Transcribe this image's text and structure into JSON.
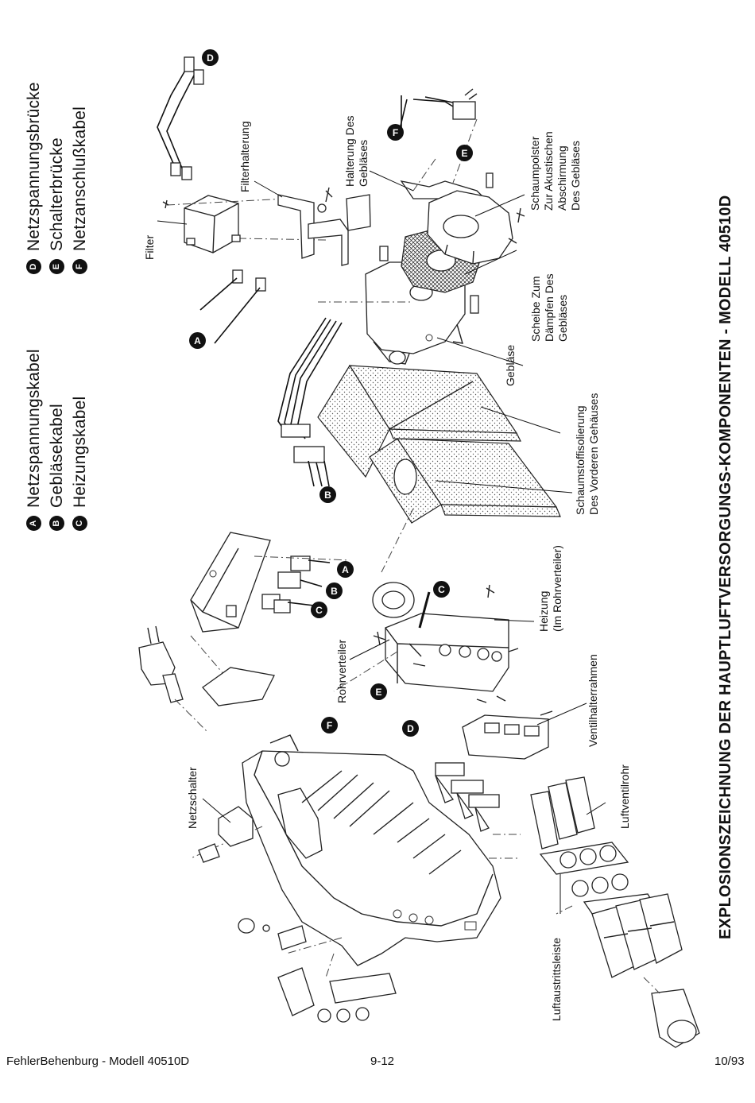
{
  "legend_left": [
    {
      "letter": "A",
      "label": "Netzspannungskabel"
    },
    {
      "letter": "B",
      "label": "Gebläsekabel"
    },
    {
      "letter": "C",
      "label": "Heizungskabel"
    }
  ],
  "legend_right": [
    {
      "letter": "D",
      "label": "Netzspannungsbrücke"
    },
    {
      "letter": "E",
      "label": "Schalterbrücke"
    },
    {
      "letter": "F",
      "label": "Netzanschlußkabel"
    }
  ],
  "callouts": {
    "filter": "Filter",
    "filterhalterung": "Filterhalterung",
    "halterung_line1": "Halterung Des",
    "halterung_line2": "Gebläses",
    "schaumpolster_line1": "Schaumpolster",
    "schaumpolster_line2": "Zur Akustischen",
    "schaumpolster_line3": "Abschirmung",
    "schaumpolster_line4": "Des Gebläses",
    "scheibe_line1": "Scheibe Zum",
    "scheibe_line2": "Dämpfen Des",
    "scheibe_line3": "Gebläses",
    "geblaese": "Gebläse",
    "schaumstoff_line1": "Schaumstoffisolierung",
    "schaumstoff_line2": "Des Vorderen Gehäuses",
    "heizung_line1": "Heizung",
    "heizung_line2": "(Im Rohrverteiler)",
    "rohrverteiler": "Rohrverteiler",
    "ventilhalterrahmen": "Ventilhalterrahmen",
    "luftventilrohr": "Luftventilrohr",
    "netzschalter": "Netzschalter",
    "luftaustrittsleiste": "Luftaustrittsleiste"
  },
  "markers": {
    "a1": "A",
    "d1": "D",
    "f1": "F",
    "e1": "E",
    "b1": "B",
    "a2": "A",
    "b2": "B",
    "c1": "C",
    "c2": "C",
    "f2": "F",
    "e2": "E",
    "d2": "D"
  },
  "title": "EXPLOSIONSZEICHNUNG DER HAUPTLUFTVERSORGUNGS-KOMPONENTEN - MODELL 40510D",
  "footer": {
    "left": "FehlerBehenburg - Modell 40510D",
    "center": "9-12",
    "right": "10/93"
  }
}
